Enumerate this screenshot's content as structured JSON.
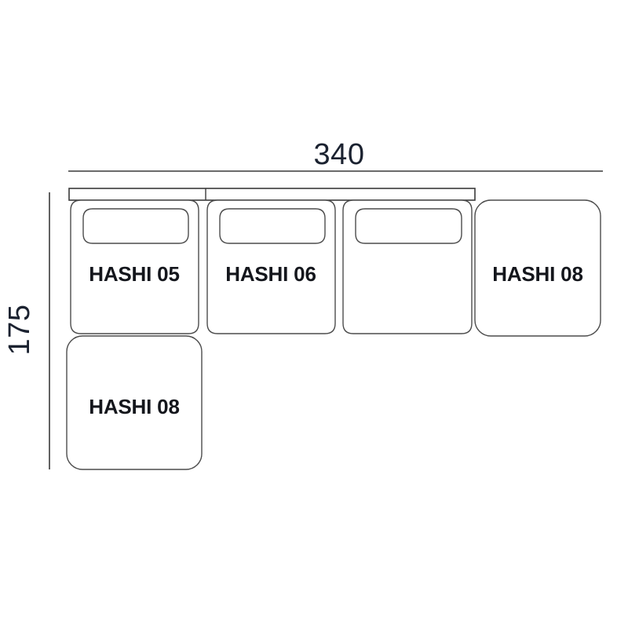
{
  "drawing": {
    "title": "HASHI modular sofa plan view",
    "background_color": "#ffffff",
    "line_color": "#4c4c4c",
    "text_color": "#14161c",
    "dimension_text_color": "#1b2230"
  },
  "dimensions": {
    "width": {
      "value": "340",
      "unit": "cm",
      "orientation": "horizontal",
      "position": "top"
    },
    "depth": {
      "value": "175",
      "unit": "cm",
      "orientation": "vertical-rotated",
      "position": "left"
    }
  },
  "modules": [
    {
      "id": "module-1",
      "label": "HASHI 05",
      "type": "seat-with-backrest",
      "row": "top",
      "order": 1
    },
    {
      "id": "module-2",
      "label": "HASHI 06",
      "type": "seat-with-backrest",
      "row": "top",
      "order": 2
    },
    {
      "id": "module-3",
      "label": "",
      "type": "seat-with-backrest",
      "row": "top",
      "order": 3
    },
    {
      "id": "module-4",
      "label": "HASHI 08",
      "type": "ottoman",
      "row": "top",
      "order": 4
    },
    {
      "id": "module-5",
      "label": "HASHI 08",
      "type": "ottoman",
      "row": "bottom",
      "order": 1
    }
  ]
}
